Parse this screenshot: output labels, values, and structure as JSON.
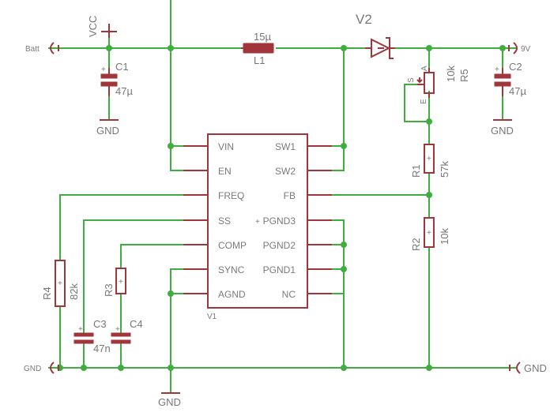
{
  "labels": {
    "batt": "Batt",
    "vcc": "VCC",
    "gnd": "GND",
    "out_9v": "9V",
    "c1_name": "C1",
    "c1_val": "47µ",
    "c2_name": "C2",
    "c2_val": "47µ",
    "l1_val": "15µ",
    "l1_name": "L1",
    "v2_name": "V2",
    "r5_val": "10k",
    "r5_name": "R5",
    "r5_pin_s": "S",
    "r5_pin_a": "A",
    "r5_pin_e": "E",
    "r1_name": "R1",
    "r1_val": "57k",
    "r2_name": "R2",
    "r2_val": "10k",
    "r4_name": "R4",
    "r4_val": "82k",
    "r3_name": "R3",
    "c3_name": "C3",
    "c3_val": "47n",
    "c4_name": "C4",
    "v1_name": "V1"
  },
  "ic_pins": {
    "left": [
      "VIN",
      "EN",
      "FREQ",
      "SS",
      "COMP",
      "SYNC",
      "AGND"
    ],
    "right": [
      "SW1",
      "SW2",
      "FB",
      "PGND3",
      "PGND2",
      "PGND1",
      "NC"
    ]
  },
  "colors": {
    "wire": "#3fae3f",
    "component": "#a0353b",
    "text": "#777777"
  }
}
